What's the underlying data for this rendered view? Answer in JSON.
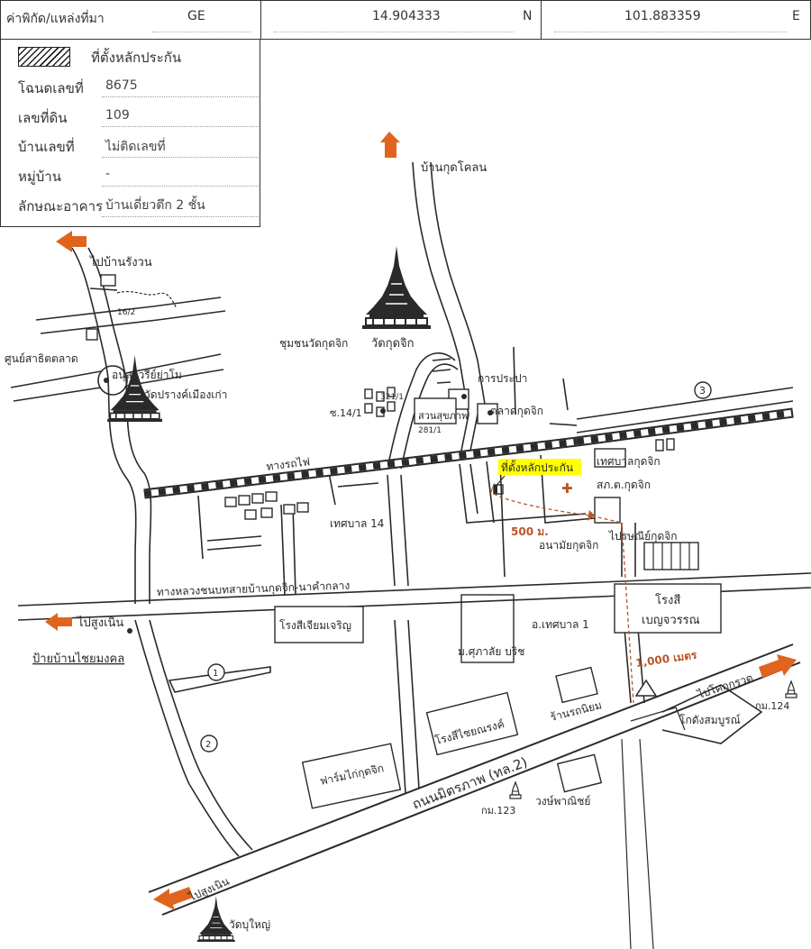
{
  "header": {
    "coord_label": "ค่าพิกัด/แหล่งที่มา",
    "source": "GE",
    "latitude": "14.904333",
    "lat_dir": "N",
    "longitude": "101.883359",
    "lon_dir": "E"
  },
  "info": {
    "legend_label": "ที่ตั้งหลักประกัน",
    "rows": [
      {
        "label": "โฉนดเลขที่",
        "value": "8675"
      },
      {
        "label": "เลขที่ดิน",
        "value": "109"
      },
      {
        "label": "บ้านเลขที่",
        "value": "ไม่ติดเลขที่"
      },
      {
        "label": "หมู่บ้าน",
        "value": "-"
      },
      {
        "label": "ลักษณะอาคาร",
        "value": "บ้านเดี่ยวตึก 2 ชั้น"
      }
    ]
  },
  "map": {
    "labels": {
      "to_ban_kud_khlon": "บ้านกุดโคลน",
      "to_ban_rang_won": "ไปบ้านรังวน",
      "num_16_2": "16/2",
      "chumchon_wat": "ชุมชนวัดกุดจิก",
      "wat_kud_chik": "วัดกุดจิก",
      "market_center": "ศูนย์สาธิตตลาด",
      "monument": "อนุสาวรีย์ย่าโม",
      "wat_prang": "วัดปรางค์เมืองเก่า",
      "water_works": "การประปา",
      "num_321_1": "321/1",
      "soi_14_1": "ซ.14/1",
      "park": "สวนสุขภาพ",
      "kud_chik_market": "ตลาดกุดจิก",
      "num_281_1": "281/1",
      "road_3": "3",
      "railway": "ทางรถไฟ",
      "target_label": "ที่ตั้งหลักประกัน",
      "municipality": "เทศบาลกุดจิก",
      "police": "สภ.ต.กุดจิก",
      "dist_500": "500 ม.",
      "health_center": "อนามัยกุดจิก",
      "post_office": "ไปรษณีย์กุดจิก",
      "tessaban_14": "เทศบาล 14",
      "rural_road": "ทางหลวงชนบทสายบ้านกุดจิก-นาคำกลาง",
      "to_sung_noen_w": "ไปสูงเนิน",
      "sign_chaimongkol": "ป้ายบ้านไชยมงคล",
      "mill_jiam": "โรงสีเจียมเจริญ",
      "soi_tessaban_1": "อ.เทศบาล 1",
      "mill_benjawan_1": "โรงสี",
      "mill_benjawan_2": "เบญจวรรณ",
      "dist_1000": "1,000 เมตร",
      "road_1": "1",
      "road_2": "2",
      "university": "ม.ศุภาลัย บริช",
      "to_khok_kruat": "ไปโคกกรวด",
      "km_124": "กม.124",
      "shop_ronniyom": "ร้านรถนิยม",
      "warehouse": "โกดังสมบูรณ์",
      "mill_chaiyanarong": "โรงสีไชยณรงค์",
      "mitraphap_road": "ถนนมิตรภาพ (ทล.2)",
      "farm": "ฟาร์มไก่กุดจิก",
      "km_123": "กม.123",
      "wong_panich": "วงษ์พาณิชย์",
      "to_sung_noen_s": "ไปสูงเนิน",
      "wat_bu_yai": "วัดบุใหญ่"
    },
    "colors": {
      "arrow": "#e0641e",
      "highlight": "#ffff00",
      "distance": "#b8552a",
      "ink": "#2a2a2a"
    }
  }
}
